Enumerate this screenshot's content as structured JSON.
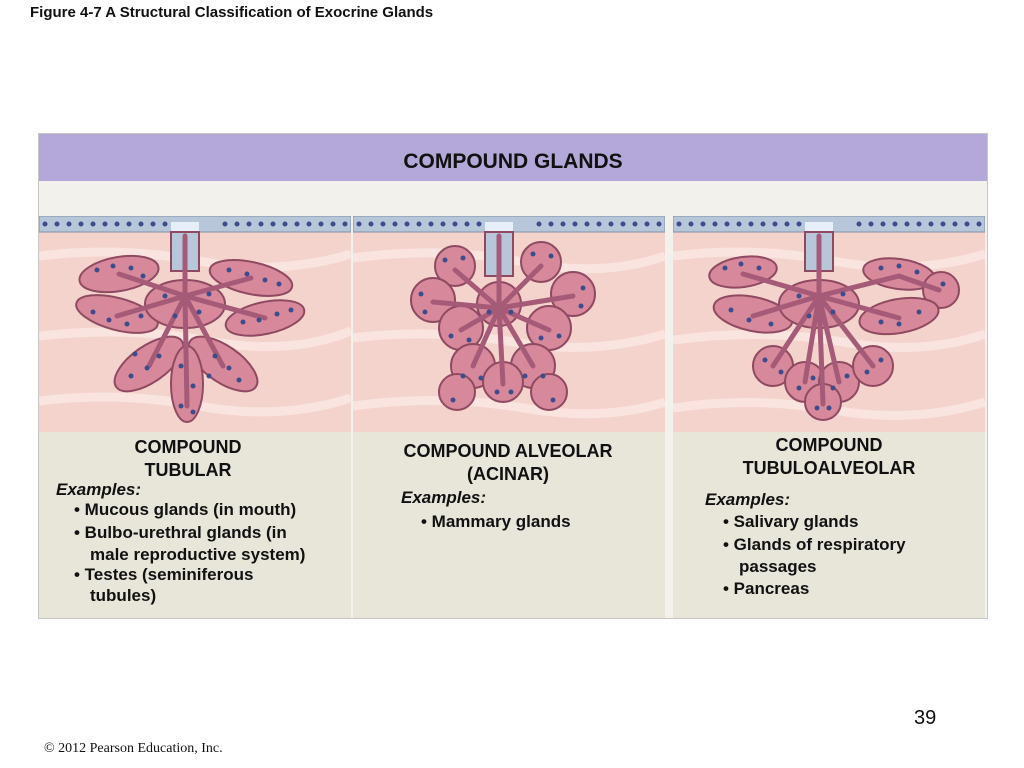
{
  "figure_title": "Figure 4-7  A Structural Classification of Exocrine Glands",
  "banner_title": "COMPOUND GLANDS",
  "columns": [
    {
      "title_lines": [
        "COMPOUND",
        "TUBULAR"
      ],
      "examples_label": "Examples:",
      "items": [
        "• Mucous glands (in mouth)",
        "• Bulbo-urethral glands (in",
        "male reproductive system)",
        "• Testes (seminiferous",
        "tubules)"
      ]
    },
    {
      "title_lines": [
        "COMPOUND ALVEOLAR",
        "(ACINAR)"
      ],
      "examples_label": "Examples:",
      "items": [
        "• Mammary glands"
      ]
    },
    {
      "title_lines": [
        "COMPOUND",
        "TUBULOALVEOLAR"
      ],
      "examples_label": "Examples:",
      "items": [
        "• Salivary glands",
        "• Glands of respiratory",
        "passages",
        "• Pancreas"
      ]
    }
  ],
  "page_number": "39",
  "copyright": "© 2012 Pearson Education, Inc.",
  "colors": {
    "banner": "#b3a8d8",
    "caption_bg": "#e7e6d8",
    "tissue": "#f3cfc8",
    "gland": "#d7899b",
    "duct": "#a55b78",
    "nucleus": "#3d4d8c"
  }
}
